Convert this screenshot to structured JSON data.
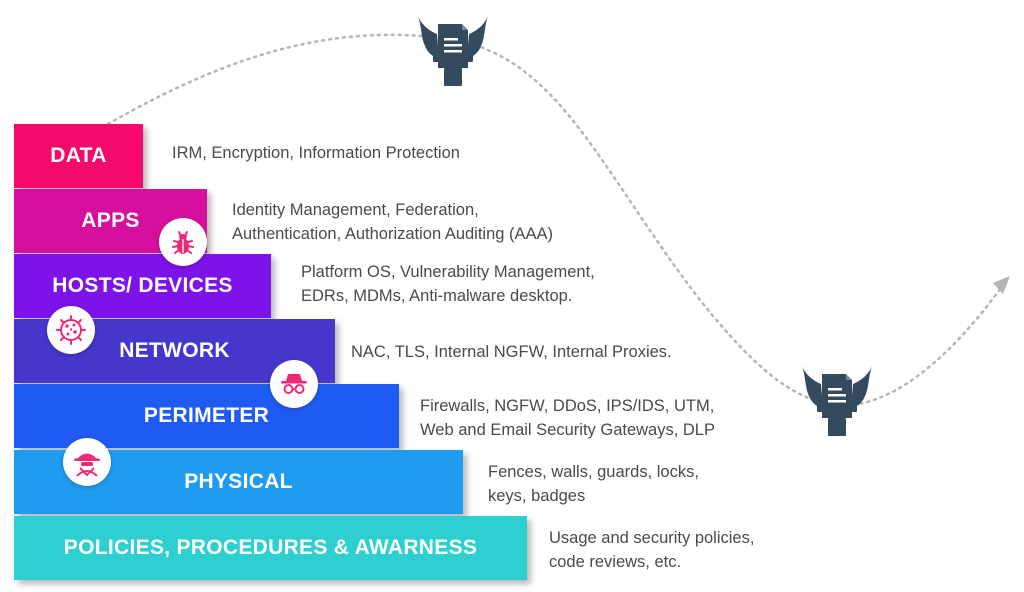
{
  "layers": [
    {
      "label": "DATA",
      "color": "#F5096B",
      "description": [
        "IRM, Encryption, Information Protection"
      ]
    },
    {
      "label": "APPS",
      "color": "#D6109C",
      "description": [
        "Identity Management, Federation,",
        "Authentication, Authorization Auditing (AAA)"
      ]
    },
    {
      "label": "HOSTS/ DEVICES",
      "color": "#7D12E9",
      "description": [
        "Platform OS, Vulnerability Management,",
        "EDRs, MDMs, Anti-malware desktop."
      ]
    },
    {
      "label": "NETWORK",
      "color": "#4637CC",
      "description": [
        "NAC, TLS,  Internal NGFW, Internal Proxies."
      ]
    },
    {
      "label": "PERIMETER",
      "color": "#1F5BF2",
      "description": [
        "Firewalls, NGFW, DDoS, IPS/IDS, UTM,",
        "Web and Email Security Gateways, DLP"
      ]
    },
    {
      "label": "PHYSICAL",
      "color": "#1F9BF0",
      "description": [
        "Fences, walls, guards, locks,",
        "keys, badges"
      ]
    },
    {
      "label": "POLICIES, PROCEDURES & AWARNESS",
      "color": "#2ECFD0",
      "description": [
        "Usage and security policies,",
        "code reviews,  etc."
      ]
    }
  ],
  "icons": [
    {
      "name": "bug-icon"
    },
    {
      "name": "virus-icon"
    },
    {
      "name": "spy-icon"
    },
    {
      "name": "hacker-icon"
    },
    {
      "name": "winged-document-icon"
    }
  ],
  "colors": {
    "icon_accent": "#F1287A",
    "doc_icon": "#344A5E",
    "trajectory": "#B5B5B5",
    "text": "#4A4A4A"
  }
}
